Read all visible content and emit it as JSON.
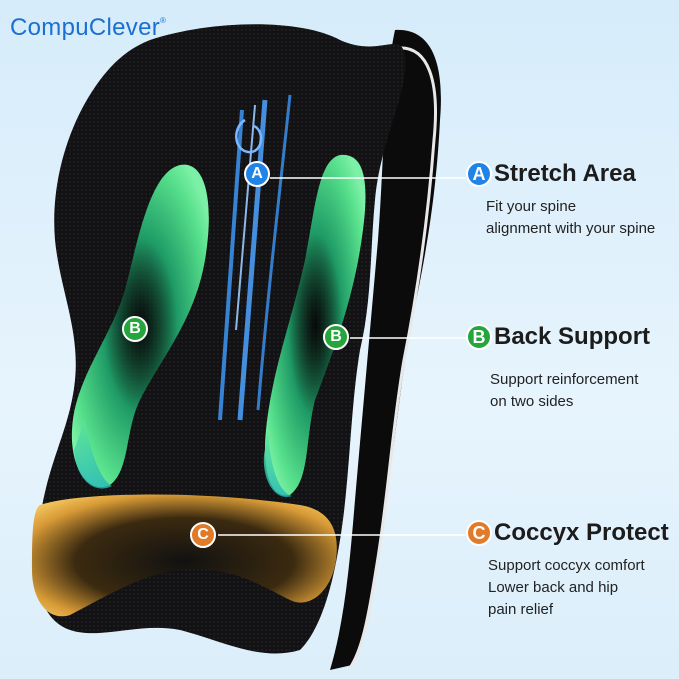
{
  "brand": {
    "name": "CompuClever",
    "trademark": "®"
  },
  "features": [
    {
      "badge": "A",
      "title": "Stretch Area",
      "lines": [
        "Fit your spine",
        "alignment with your spine"
      ],
      "color": "#1f84e6"
    },
    {
      "badge": "B",
      "title": "Back Support",
      "lines": [
        "Support reinforcement",
        "on two sides"
      ],
      "color": "#26a53c"
    },
    {
      "badge": "C",
      "title": "Coccyx Protect",
      "lines": [
        "Support coccyx comfort",
        "Lower back and hip",
        "pain relief"
      ],
      "color": "#e07b2a"
    }
  ],
  "markers": {
    "a": "A",
    "b_left": "B",
    "b_right": "B",
    "c": "C"
  },
  "colors": {
    "background": "#d9eefb",
    "cushion": "#0d0d0f",
    "piping": "#e8e8e8",
    "stretch": "#3c8fe8",
    "support": "#2fd3a0",
    "coccyx": "#e9a63b"
  }
}
